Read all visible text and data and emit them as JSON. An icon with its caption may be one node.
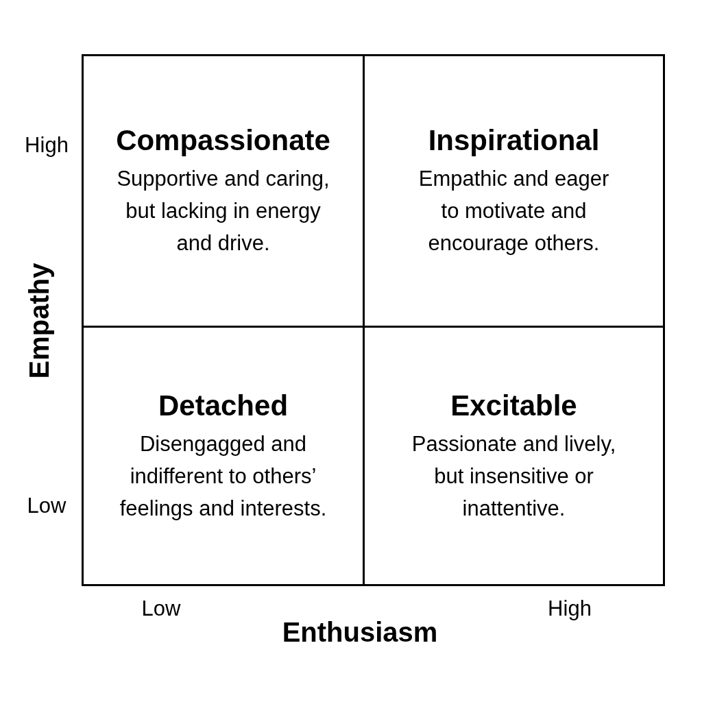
{
  "diagram": {
    "nodes": [
      {
        "text": [
          "Compassionate",
          "Supportive and caring, but lacking in energy and drive."
        ]
      },
      {
        "text": [
          "Inspirational",
          "Empathic and eager to motivate and encourage others."
        ]
      },
      {
        "text": [
          "Detached",
          "Disengagged and indifferent to others’ feelings and interests."
        ]
      },
      {
        "text": [
          "Excitable",
          "Passionate and lively, but insensitive or inattentive."
        ]
      }
    ],
    "labels": [
      "High",
      "Empathy",
      "Low",
      "Low",
      "High",
      "Enthusiasm"
    ]
  }
}
